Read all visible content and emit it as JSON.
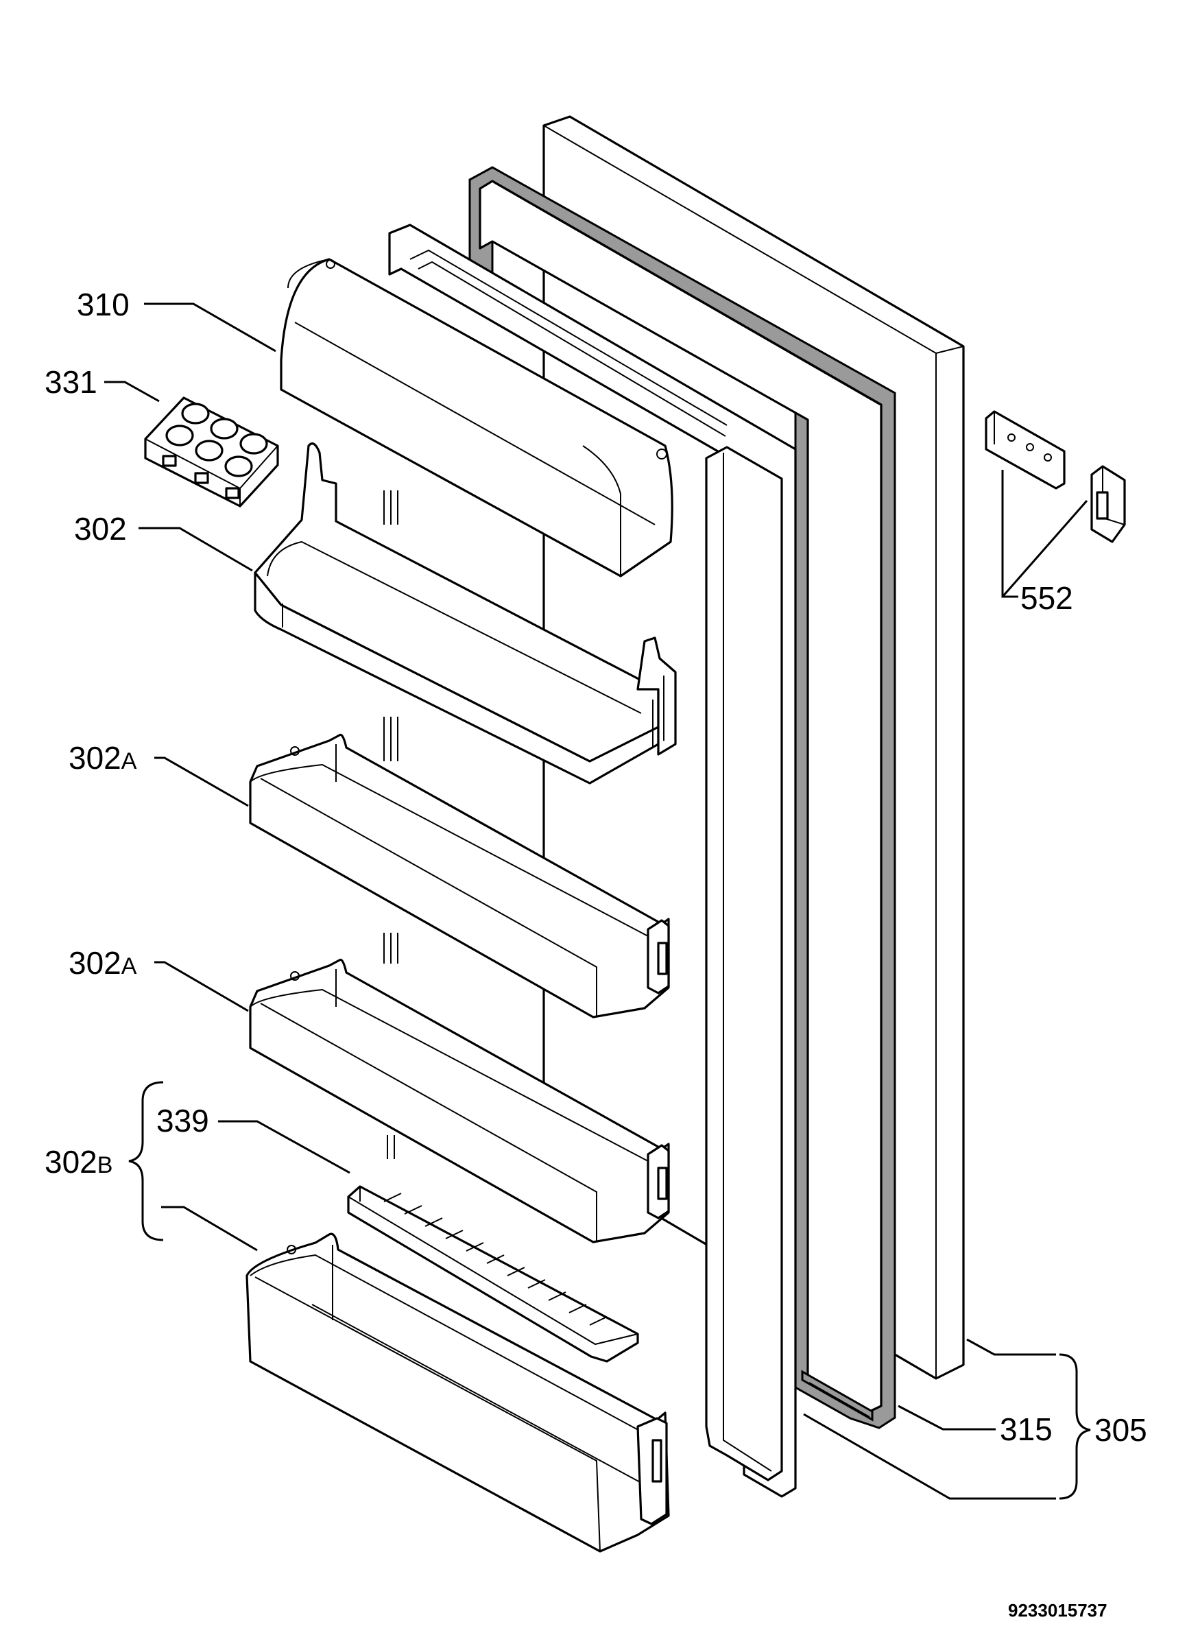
{
  "diagram": {
    "document_number": "9233015737",
    "labels": {
      "l310": "310",
      "l331": "331",
      "l302": "302",
      "l302a_1_num": "302",
      "l302a_1_suf": "A",
      "l302a_2_num": "302",
      "l302a_2_suf": "A",
      "l302b_num": "302",
      "l302b_suf": "B",
      "l339": "339",
      "l552": "552",
      "l315": "315",
      "l305": "305"
    }
  },
  "colors": {
    "line": "#000000",
    "background": "#ffffff",
    "gasket_fill": "#9a9a9a"
  }
}
